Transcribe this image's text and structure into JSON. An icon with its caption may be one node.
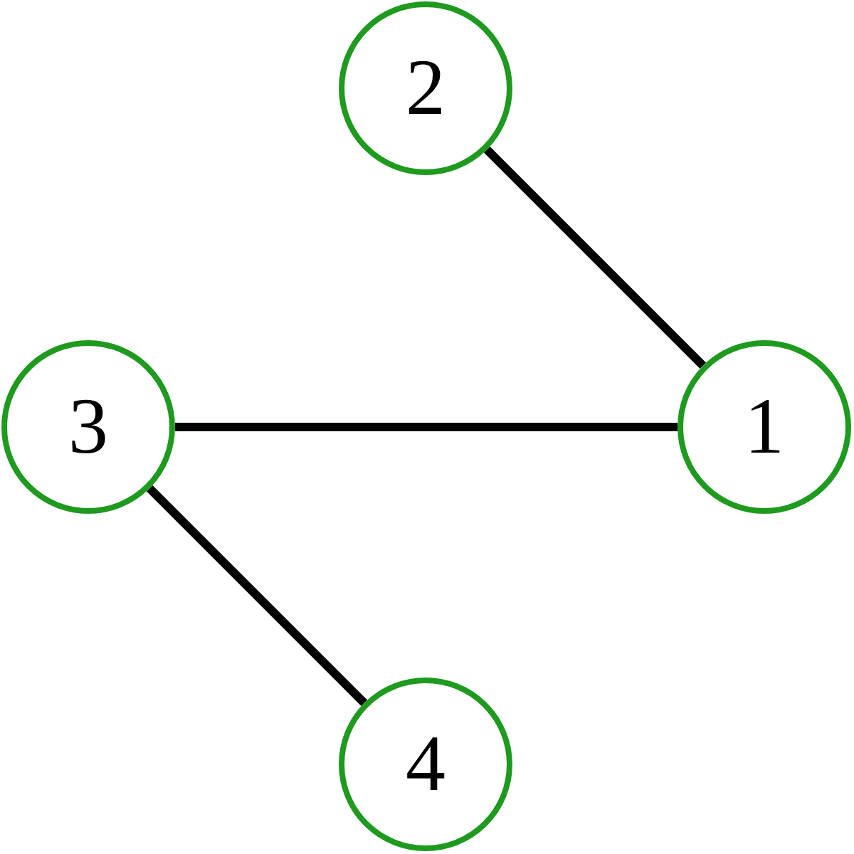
{
  "diagram": {
    "nodes": [
      {
        "text": [
          "2"
        ]
      },
      {
        "text": [
          "3"
        ]
      },
      {
        "text": [
          "1"
        ]
      },
      {
        "text": [
          "4"
        ]
      }
    ],
    "edges": [
      {
        "from": 0,
        "to": 2,
        "arrow": "none"
      },
      {
        "from": 1,
        "to": 2,
        "arrow": "none"
      },
      {
        "from": 1,
        "to": 3,
        "arrow": "none"
      }
    ]
  }
}
